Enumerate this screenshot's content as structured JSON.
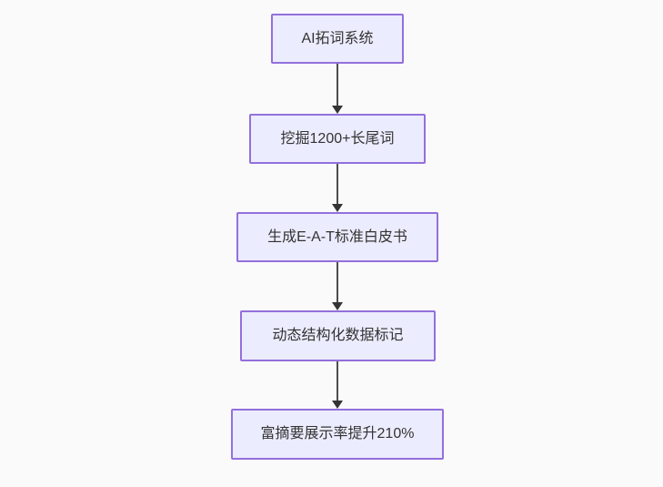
{
  "diagram": {
    "type": "flowchart",
    "direction": "top-down",
    "nodes": [
      {
        "id": "n1",
        "label": "AI拓词系统"
      },
      {
        "id": "n2",
        "label": "挖掘1200+长尾词"
      },
      {
        "id": "n3",
        "label": "生成E-A-T标准白皮书"
      },
      {
        "id": "n4",
        "label": "动态结构化数据标记"
      },
      {
        "id": "n5",
        "label": "富摘要展示率提升210%"
      }
    ],
    "edges": [
      {
        "from": "n1",
        "to": "n2"
      },
      {
        "from": "n2",
        "to": "n3"
      },
      {
        "from": "n3",
        "to": "n4"
      },
      {
        "from": "n4",
        "to": "n5"
      }
    ],
    "colors": {
      "background": "#fafafa",
      "node_fill": "#ECECFF",
      "node_border": "#9370DB",
      "text": "#333333",
      "arrow": "#333333"
    }
  }
}
